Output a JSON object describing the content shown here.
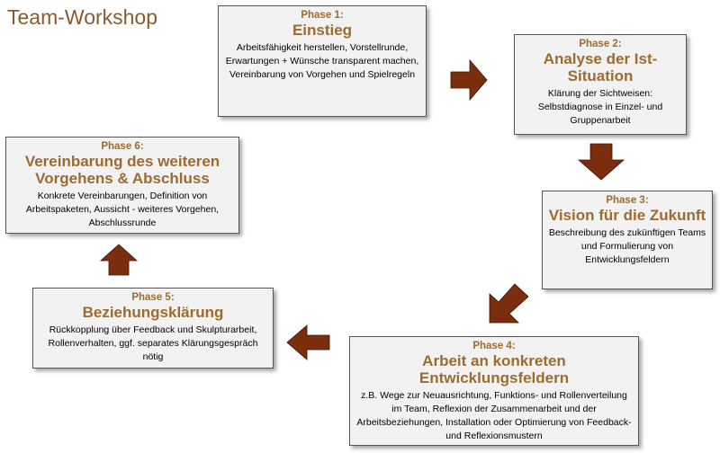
{
  "title": "Team-Workshop",
  "phases": [
    {
      "phase": "Phase 1:",
      "heading": "Einstieg",
      "description": "Arbeitsfähigkeit herstellen, Vorstellrunde, Erwartungen + Wünsche transparent machen, Vereinbarung von Vorgehen und Spielregeln"
    },
    {
      "phase": "Phase 2:",
      "heading": "Analyse der Ist-Situation",
      "description": "Klärung der Sichtweisen: Selbstdiagnose in Einzel- und Gruppenarbeit"
    },
    {
      "phase": "Phase 3:",
      "heading": "Vision für die Zukunft",
      "description": "Beschreibung des zukünftigen Teams und Formulierung von Entwicklungsfeldern"
    },
    {
      "phase": "Phase 4:",
      "heading": "Arbeit an konkreten Entwicklungsfeldern",
      "description": "z.B. Wege zur Neuausrichtung, Funktions- und Rollenverteilung im Team, Reflexion der Zusammenarbeit und der Arbeitsbeziehungen, Installation oder Optimierung von Feedback- und Reflexionsmustern"
    },
    {
      "phase": "Phase 5:",
      "heading": "Beziehungsklärung",
      "description": "Rückkopplung über Feedback und Skulpturarbeit, Rollenverhalten, ggf. separates Klärungsgespräch nötig"
    },
    {
      "phase": "Phase 6:",
      "heading": "Vereinbarung des weiteren Vorgehens & Abschluss",
      "description": "Konkrete Vereinbarungen, Definition von Arbeitspaketen, Aussicht - weiteres Vorgehen, Abschlussrunde"
    }
  ],
  "colors": {
    "accent": "#9c6b30",
    "arrow": "#7a2e0e",
    "box": "#f2f2f2"
  }
}
